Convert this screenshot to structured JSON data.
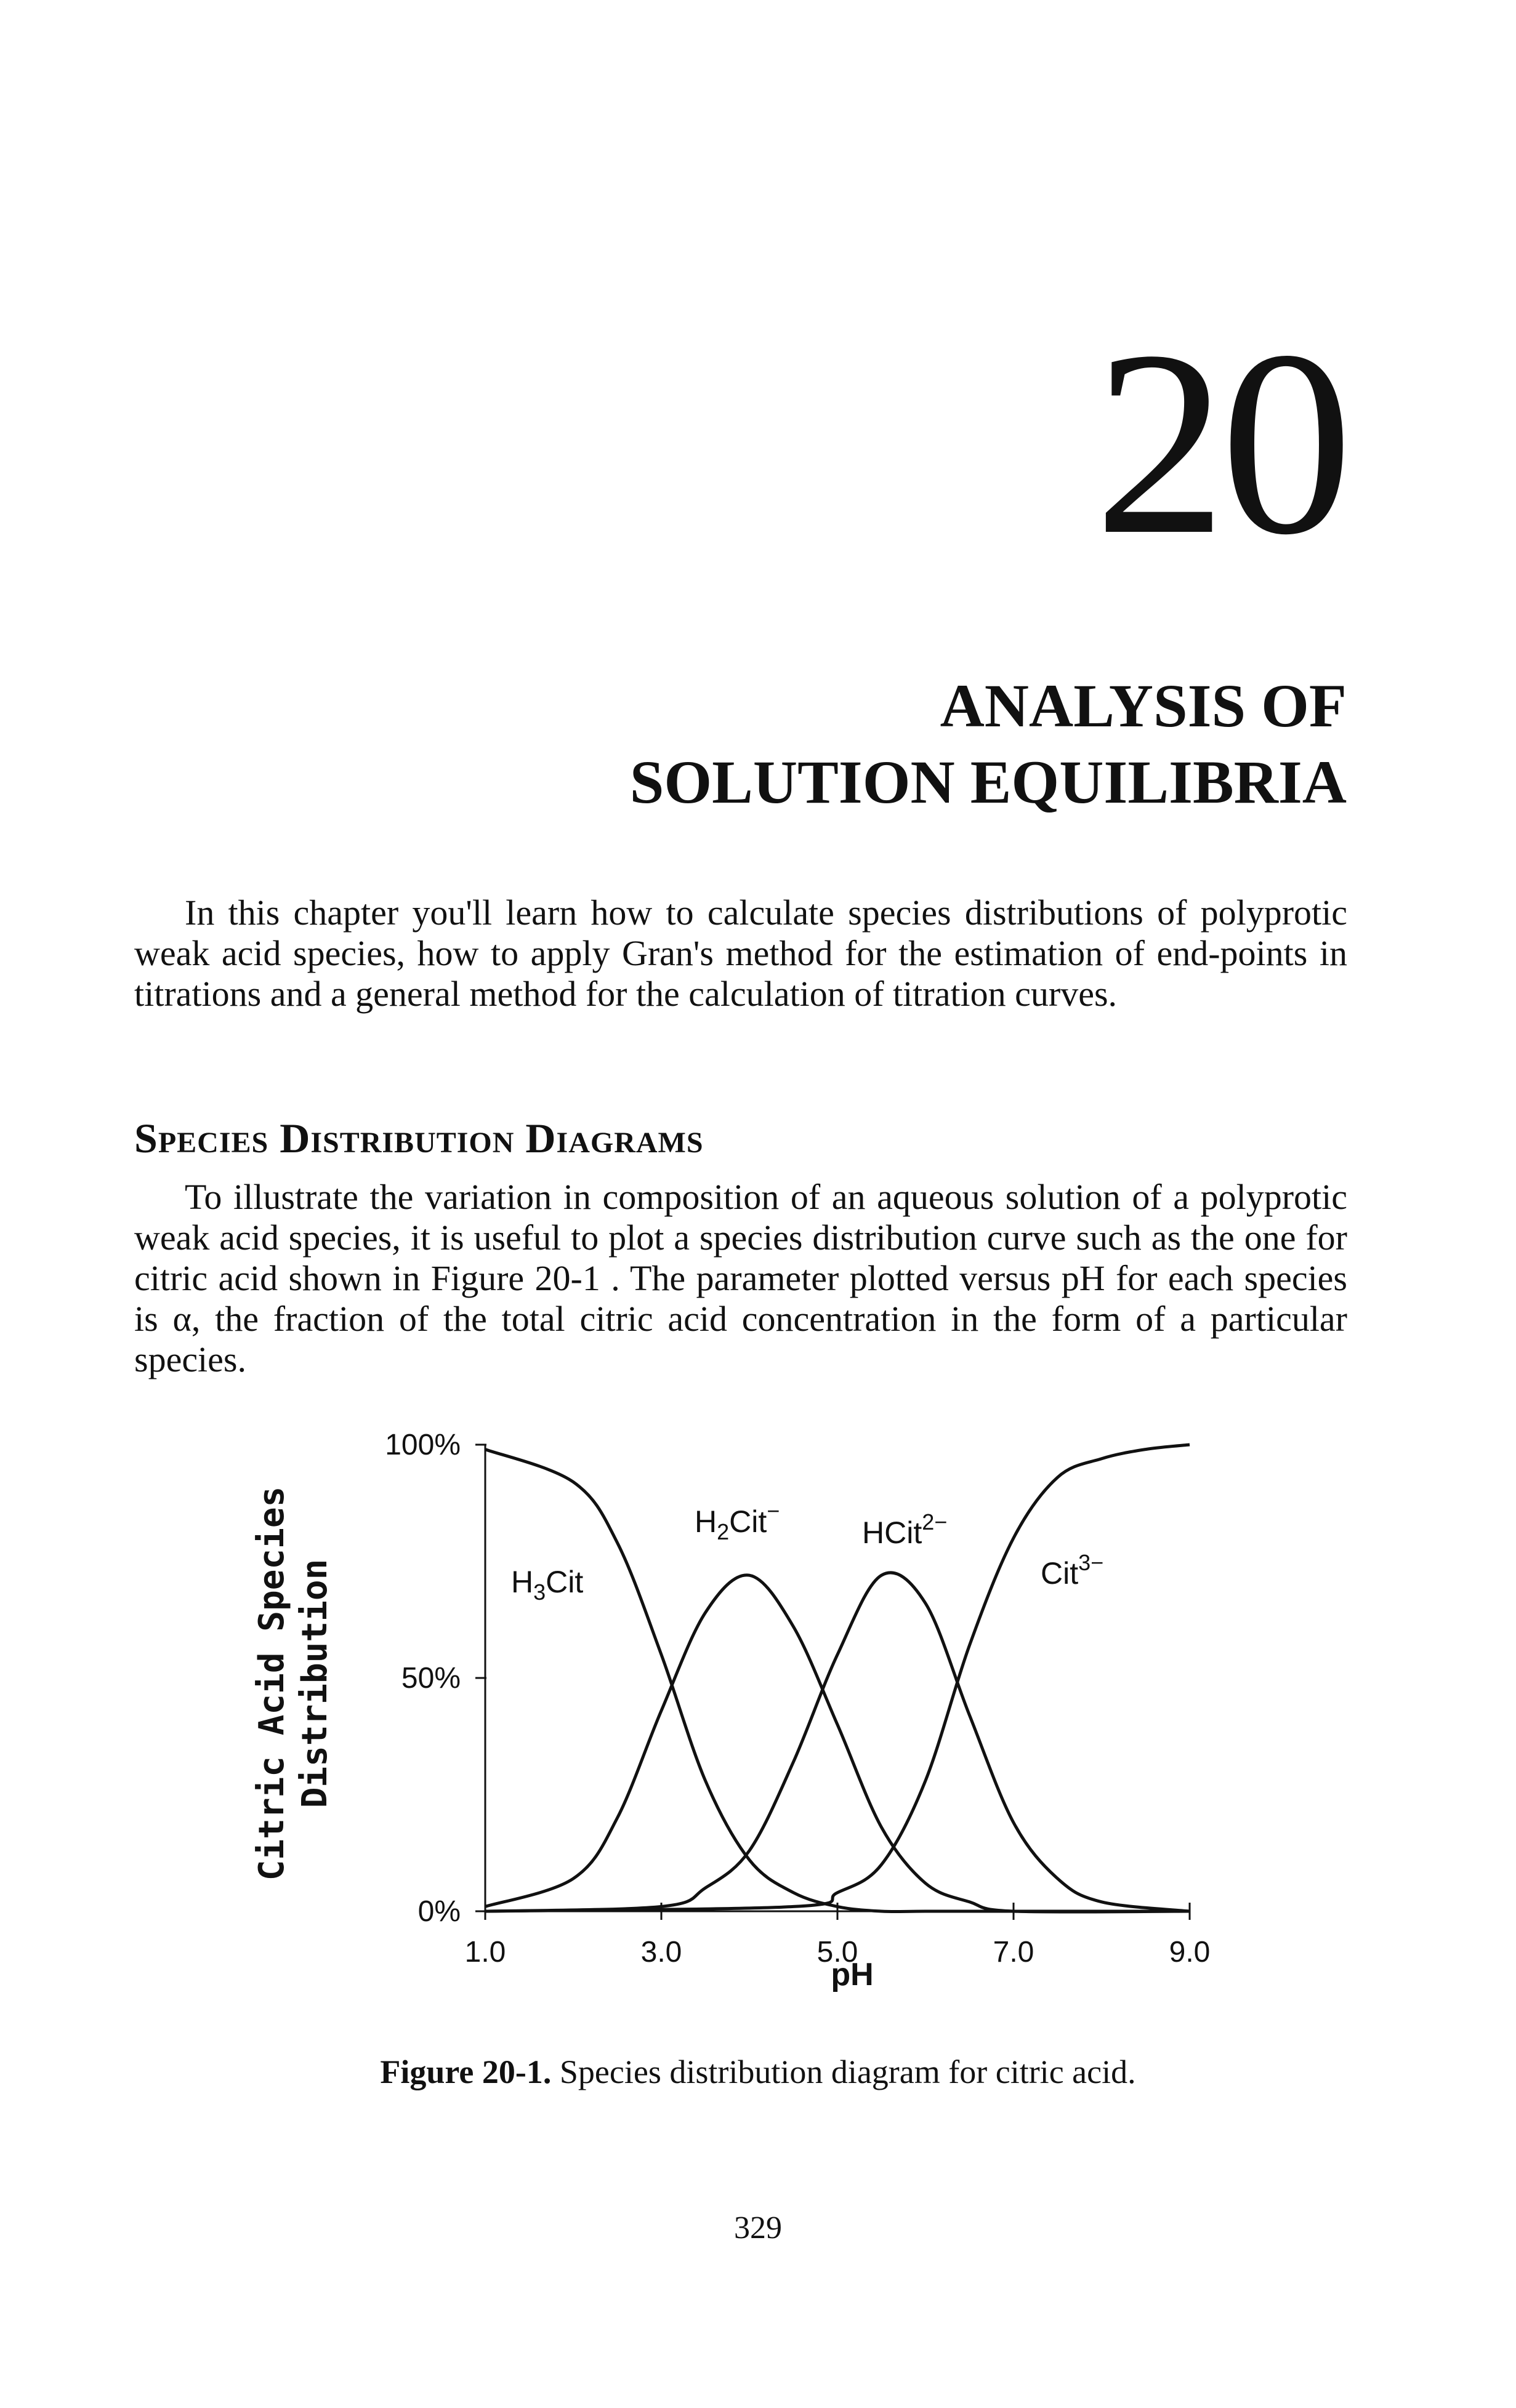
{
  "chapter": {
    "number": "20",
    "title_line1": "ANALYSIS OF",
    "title_line2": "SOLUTION EQUILIBRIA"
  },
  "intro": "In this chapter you'll learn how to calculate species distributions of polyprotic weak acid species, how to apply Gran's method for the estimation of end-points in titrations and a general method for the calculation of titration curves.",
  "section": {
    "heading": "Species Distribution Diagrams",
    "paragraph": "To illustrate the variation in composition of an aqueous solution of a polyprotic weak acid species, it is useful to plot a species distribution curve such as the one for citric acid shown in Figure 20-1 . The parameter plotted versus pH for each species is α, the fraction of the total citric acid concentration in the form of a particular species."
  },
  "chart_data": {
    "type": "line",
    "xlabel": "pH",
    "ylabel_line1": "Citric Acid Species",
    "ylabel_line2": "Distribution",
    "xlim": [
      1.0,
      9.0
    ],
    "ylim": [
      0,
      100
    ],
    "x_ticks": [
      "1.0",
      "3.0",
      "5.0",
      "7.0",
      "9.0"
    ],
    "x_tick_values": [
      1.0,
      3.0,
      5.0,
      7.0,
      9.0
    ],
    "y_ticks": [
      "0%",
      "50%",
      "100%"
    ],
    "y_tick_values": [
      0,
      50,
      100
    ],
    "pKa": [
      3.13,
      4.76,
      6.4
    ],
    "series": [
      {
        "name": "H3Cit",
        "label_main": "H",
        "label_sub": "3",
        "label_rest": "Cit",
        "label_sup": "",
        "x": [
          1.0,
          2.0,
          2.5,
          3.0,
          3.5,
          4.0,
          4.5,
          5.0,
          5.5,
          6.0,
          7.0,
          9.0
        ],
        "values": [
          99,
          92,
          79,
          55,
          28,
          11,
          4,
          1,
          0,
          0,
          0,
          0
        ]
      },
      {
        "name": "H2Cit-",
        "label_main": "H",
        "label_sub": "2",
        "label_rest": "Cit",
        "label_sup": "−",
        "x": [
          1.0,
          2.0,
          2.5,
          3.0,
          3.5,
          4.0,
          4.5,
          5.0,
          5.5,
          6.0,
          6.5,
          7.0,
          9.0
        ],
        "values": [
          1,
          7,
          20,
          43,
          64,
          72,
          61,
          40,
          18,
          6,
          2,
          0,
          0
        ]
      },
      {
        "name": "HCit2-",
        "label_main": "HCit",
        "label_sub": "",
        "label_rest": "",
        "label_sup": "2−",
        "x": [
          1.0,
          3.0,
          3.5,
          4.0,
          4.5,
          5.0,
          5.5,
          6.0,
          6.5,
          7.0,
          7.5,
          8.0,
          9.0
        ],
        "values": [
          0,
          1,
          5,
          13,
          32,
          55,
          72,
          66,
          42,
          19,
          7,
          2,
          0
        ]
      },
      {
        "name": "Cit3-",
        "label_main": "Cit",
        "label_sub": "",
        "label_rest": "",
        "label_sup": "3−",
        "x": [
          1.0,
          4.5,
          5.0,
          5.5,
          6.0,
          6.5,
          7.0,
          7.5,
          8.0,
          8.5,
          9.0
        ],
        "values": [
          0,
          1,
          4,
          10,
          28,
          57,
          80,
          93,
          97,
          99,
          100
        ]
      }
    ]
  },
  "caption": {
    "label": "Figure 20-1.",
    "text": "Species distribution diagram for citric acid."
  },
  "page_number": "329"
}
